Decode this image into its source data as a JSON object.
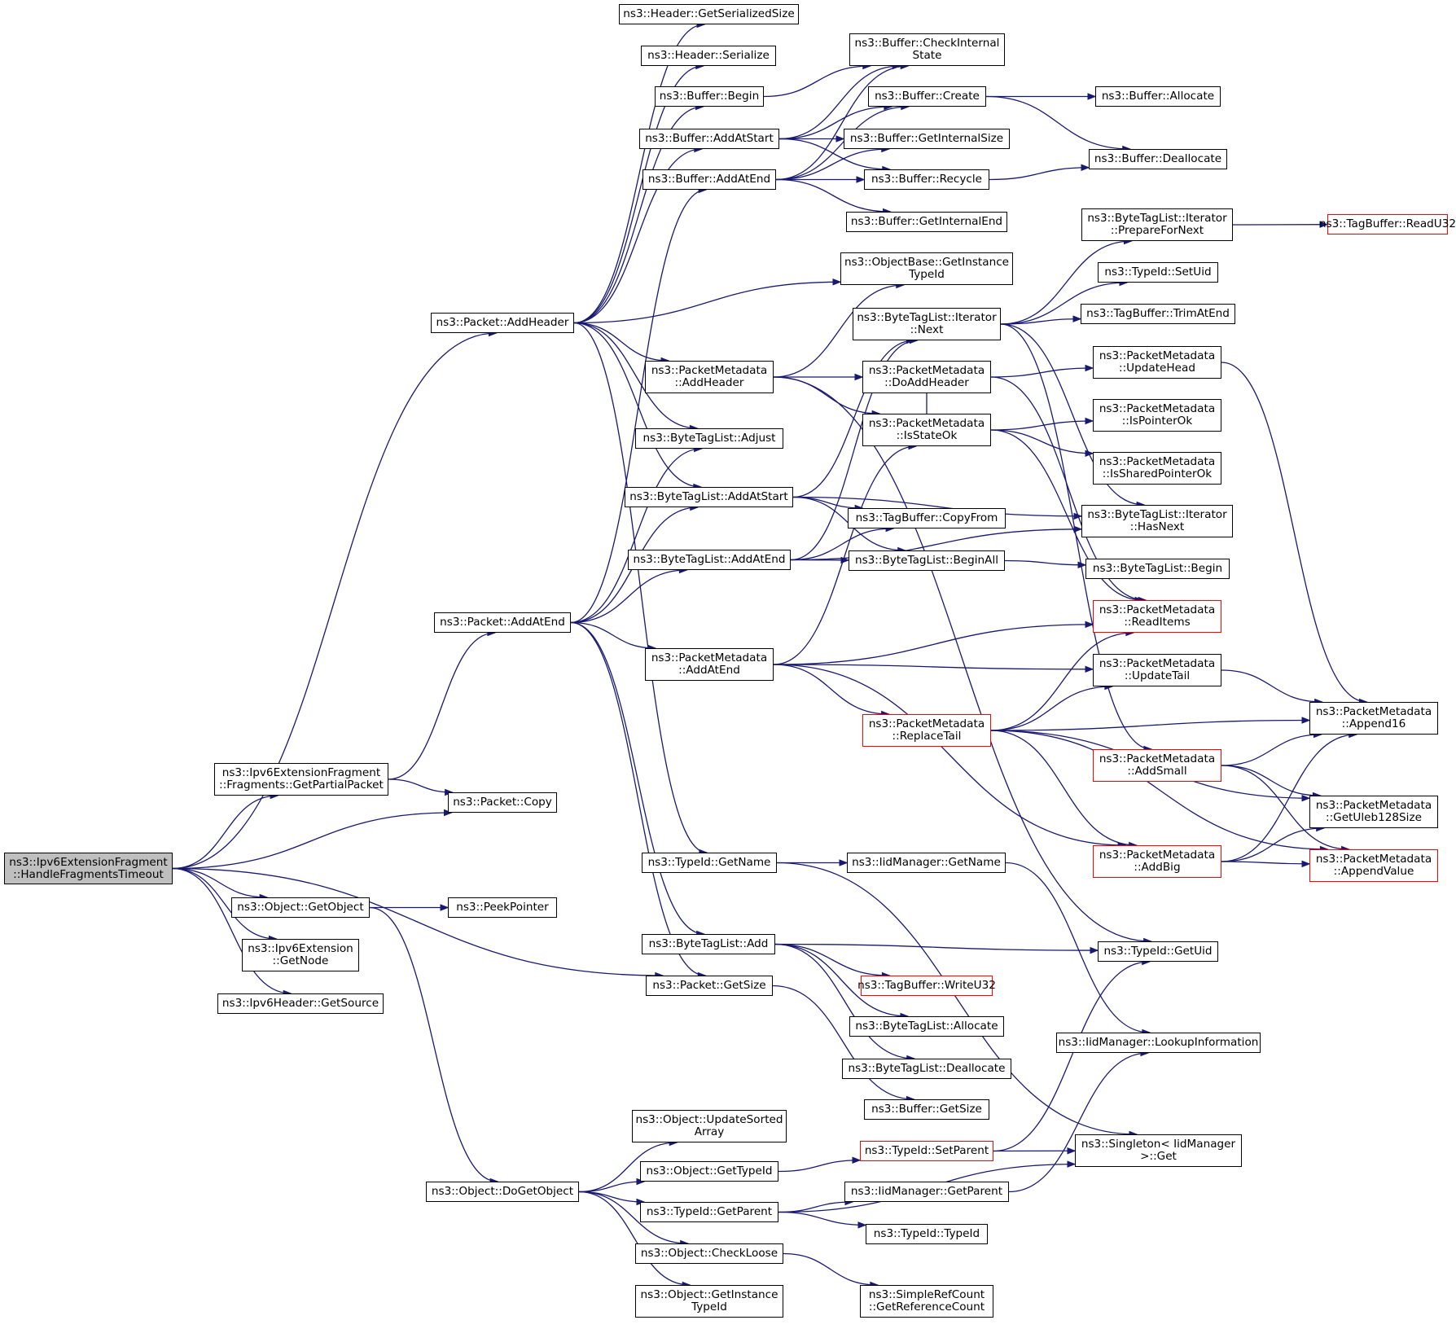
{
  "colors": {
    "edge": "#191970",
    "node_border": "#000000",
    "truncated_border": "#ff0000",
    "root_fill": "#bfbfbf",
    "background": "#ffffff"
  },
  "nodes": {
    "n1": "ns3::Ipv6ExtensionFragment\n::HandleFragmentsTimeout",
    "n2": "ns3::Packet::AddHeader",
    "n3": "ns3::Header::GetSerializedSize",
    "n4": "ns3::Header::Serialize",
    "n5": "ns3::Buffer::Begin",
    "n6": "ns3::Buffer::CheckInternal\nState",
    "n7": "ns3::Buffer::AddAtStart",
    "n8": "ns3::Buffer::Create",
    "n9": "ns3::Buffer::Allocate",
    "n10": "ns3::Buffer::Deallocate",
    "n11": "ns3::Buffer::GetInternalSize",
    "n12": "ns3::Buffer::Recycle",
    "n13": "ns3::Buffer::AddAtEnd",
    "n14": "ns3::Buffer::GetInternalEnd",
    "n15": "ns3::ObjectBase::GetInstance\nTypeId",
    "n16": "ns3::PacketMetadata\n::AddHeader",
    "n17": "ns3::PacketMetadata\n::DoAddHeader",
    "n18": "ns3::PacketMetadata\n::UpdateHead",
    "n19": "ns3::PacketMetadata\n::Append16",
    "n20": "ns3::PacketMetadata\n::IsStateOk",
    "n21": "ns3::PacketMetadata\n::IsPointerOk",
    "n22": "ns3::PacketMetadata\n::IsSharedPointerOk",
    "n23": "ns3::TypeId::GetUid",
    "n24": "ns3::ByteTagList::Adjust",
    "n25": "ns3::ByteTagList::AddAtStart",
    "n26": "ns3::ByteTagList::Iterator\n::HasNext",
    "n27": "ns3::ByteTagList::Iterator\n::Next",
    "n28": "ns3::ByteTagList::Iterator\n::PrepareForNext",
    "n29": "ns3::TagBuffer::ReadU32",
    "n30": "ns3::TypeId::SetUid",
    "n31": "ns3::TagBuffer::TrimAtEnd",
    "n32": "ns3::TagBuffer::CopyFrom",
    "n33": "ns3::ByteTagList::BeginAll",
    "n34": "ns3::ByteTagList::Begin",
    "n35": "ns3::TypeId::GetName",
    "n36": "ns3::IidManager::GetName",
    "n37": "ns3::IidManager::LookupInformation",
    "n38": "ns3::Singleton< IidManager\n>::Get",
    "n39": "ns3::Ipv6ExtensionFragment\n::Fragments::GetPartialPacket",
    "n40": "ns3::Packet::AddAtEnd",
    "n41": "ns3::ByteTagList::AddAtEnd",
    "n42": "ns3::PacketMetadata\n::AddAtEnd",
    "n43": "ns3::PacketMetadata\n::ReadItems",
    "n44": "ns3::PacketMetadata\n::UpdateTail",
    "n45": "ns3::PacketMetadata\n::ReplaceTail",
    "n46": "ns3::PacketMetadata\n::AddSmall",
    "n47": "ns3::PacketMetadata\n::GetUleb128Size",
    "n48": "ns3::PacketMetadata\n::AddBig",
    "n49": "ns3::PacketMetadata\n::AppendValue",
    "n50": "ns3::ByteTagList::Add",
    "n51": "ns3::TagBuffer::WriteU32",
    "n52": "ns3::ByteTagList::Allocate",
    "n53": "ns3::ByteTagList::Deallocate",
    "n54": "ns3::Packet::GetSize",
    "n55": "ns3::Buffer::GetSize",
    "n56": "ns3::Packet::Copy",
    "n57": "ns3::Object::GetObject",
    "n58": "ns3::PeekPointer",
    "n59": "ns3::Object::DoGetObject",
    "n60": "ns3::Object::UpdateSorted\nArray",
    "n61": "ns3::Object::GetTypeId",
    "n62": "ns3::TypeId::SetParent",
    "n63": "ns3::TypeId::GetParent",
    "n64": "ns3::IidManager::GetParent",
    "n65": "ns3::TypeId::TypeId",
    "n66": "ns3::Object::CheckLoose",
    "n67": "ns3::SimpleRefCount\n::GetReferenceCount",
    "n68": "ns3::Object::GetInstance\nTypeId",
    "n69": "ns3::Ipv6Extension\n::GetNode",
    "n70": "ns3::Ipv6Header::GetSource"
  }
}
